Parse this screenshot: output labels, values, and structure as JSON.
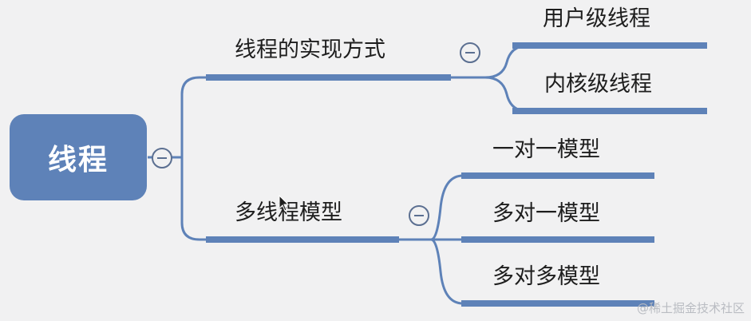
{
  "root": {
    "label": "线程"
  },
  "branches": [
    {
      "label": "线程的实现方式",
      "children": [
        "用户级线程",
        "内核级线程"
      ]
    },
    {
      "label": "多线程模型",
      "children": [
        "一对一模型",
        "多对一模型",
        "多对多模型"
      ]
    }
  ],
  "watermark": "@稀土掘金技术社区",
  "colors": {
    "background": "#f1f1f2",
    "node_fill": "#5e82b8",
    "line": "#5e82b8",
    "text": "#1e1e1e"
  }
}
